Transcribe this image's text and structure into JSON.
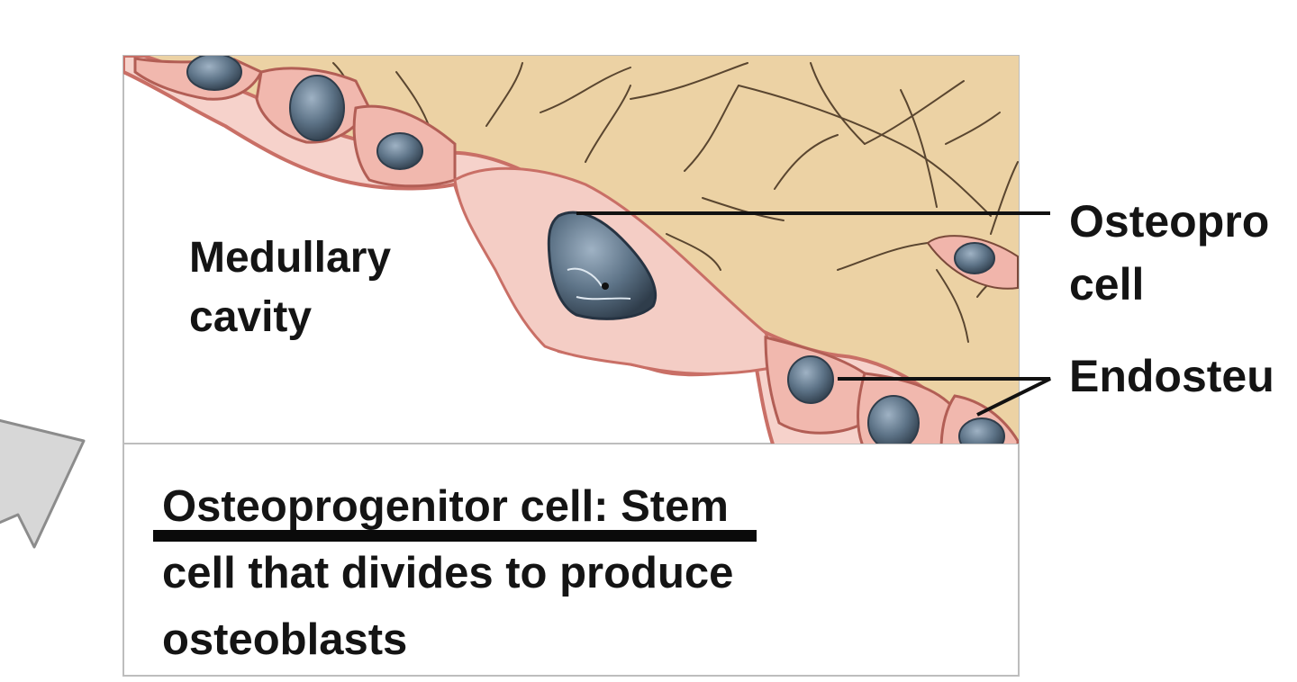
{
  "labels": {
    "medullary_cavity": [
      "Medullary",
      "cavity"
    ],
    "osteoprogenitor_line1": "Osteopro",
    "osteoprogenitor_line2": "cell",
    "endosteum": "Endosteu"
  },
  "caption": {
    "term": "Osteoprogenitor cell:",
    "line1_rest": " Stem",
    "line2": "cell that divides to produce",
    "line3": "osteoblasts"
  },
  "colors": {
    "bone_matrix": "#ecd2a4",
    "bone_canaliculi": "#5a4630",
    "cell_membrane": "#e9a39a",
    "cell_cytoplasm": "#f6d2cb",
    "nucleus": "#5d7387",
    "frame": "#bdbdbd",
    "leader_line": "#111111",
    "arrow_fill": "#d7d7d7"
  }
}
